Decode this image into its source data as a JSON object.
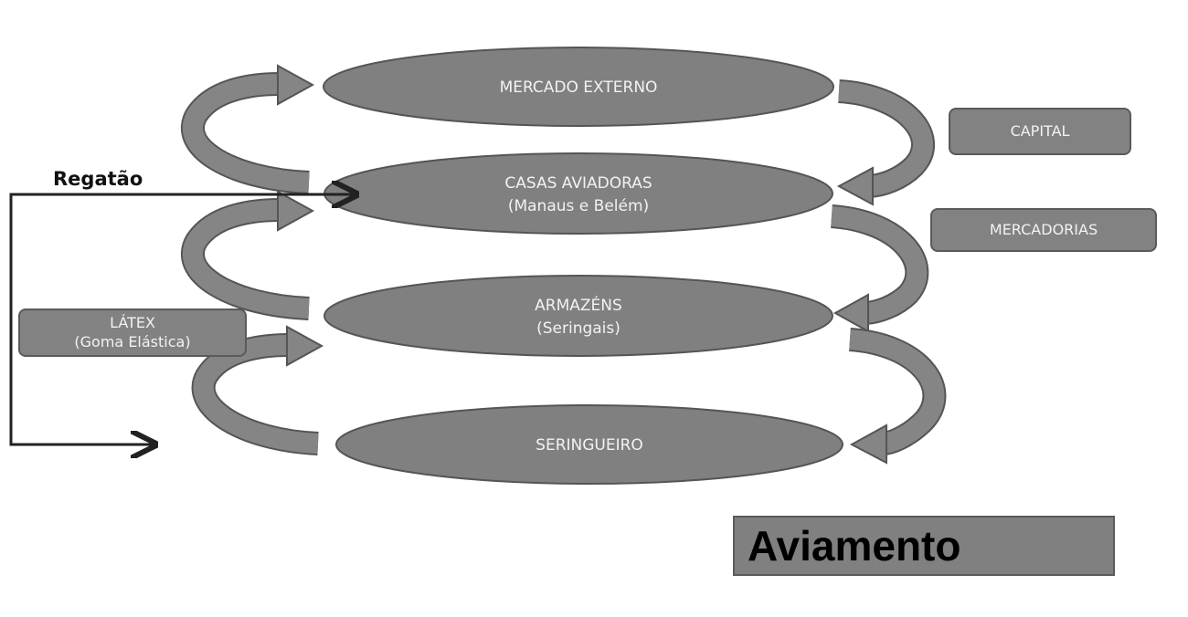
{
  "title": "Aviamento",
  "regatao_label": "Regatão",
  "nodes": [
    {
      "line1": "MERCADO EXTERNO",
      "line2": ""
    },
    {
      "line1": "CASAS AVIADORAS",
      "line2": "(Manaus e Belém)"
    },
    {
      "line1": "ARMAZÉNS",
      "line2": "(Seringais)"
    },
    {
      "line1": "SERINGUEIRO",
      "line2": ""
    }
  ],
  "flows": {
    "capital": "CAPITAL",
    "mercadorias": "MERCADORIAS",
    "latex_line1": "LÁTEX",
    "latex_line2": "(Goma Elástica)"
  },
  "colors": {
    "shape": "#808080",
    "outline": "#555555",
    "text": "#f2f2f2"
  }
}
